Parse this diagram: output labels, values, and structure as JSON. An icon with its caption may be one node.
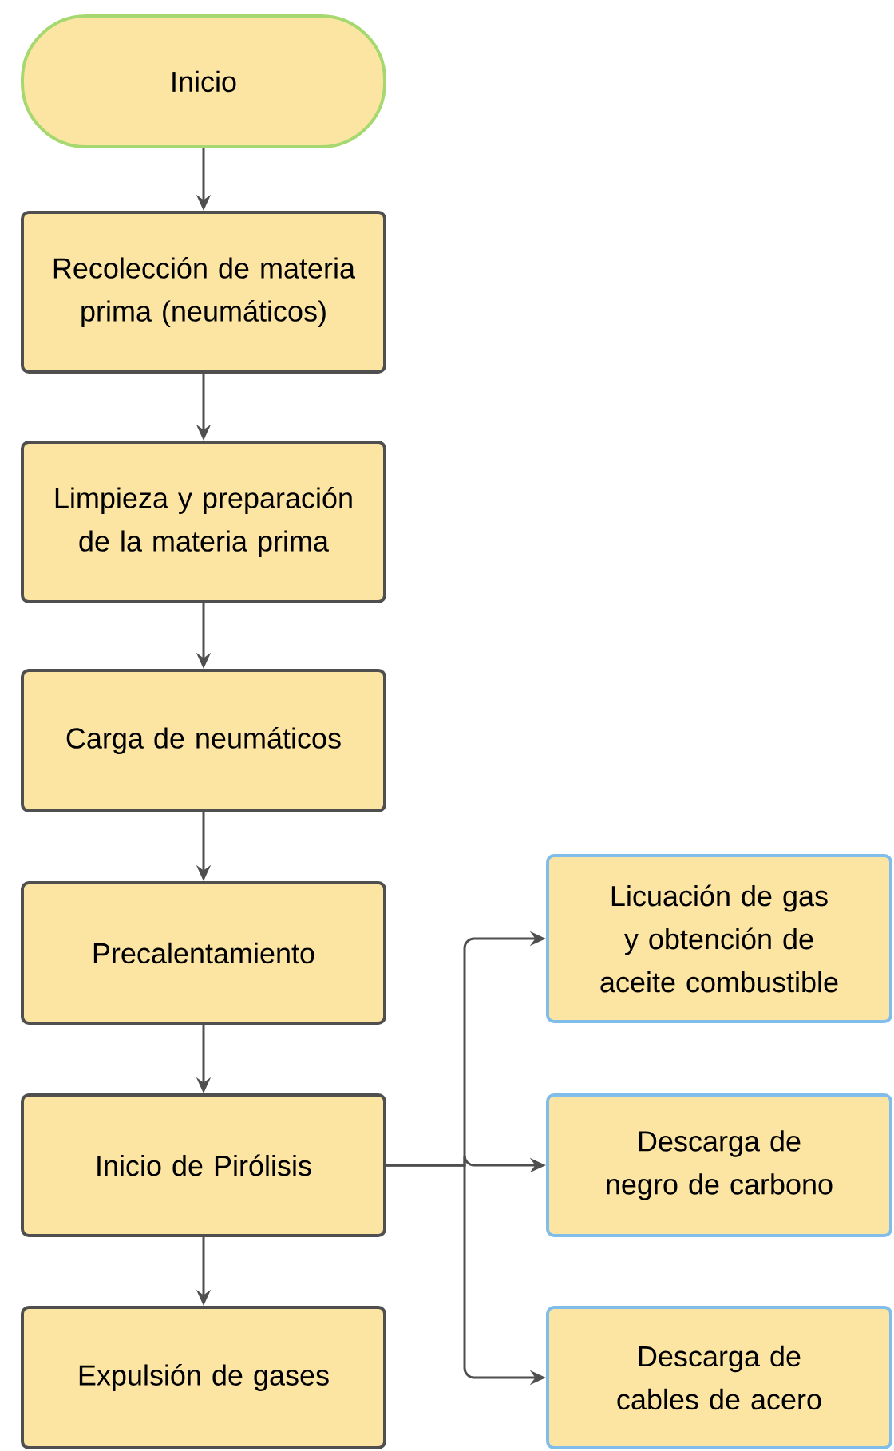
{
  "diagram": {
    "nodes": [
      {
        "text": [
          "Inicio"
        ]
      },
      {
        "text": [
          "Recolección de materia prima (neumáticos)"
        ]
      },
      {
        "text": [
          "Limpieza y preparación de la materia prima"
        ]
      },
      {
        "text": [
          "Carga de neumáticos"
        ]
      },
      {
        "text": [
          "Precalentamiento"
        ]
      },
      {
        "text": [
          "Inicio de Pirólisis"
        ]
      },
      {
        "text": [
          "Expulsión de gases"
        ]
      },
      {
        "text": [
          "Licuación de gas y obtención de aceite combustible"
        ]
      },
      {
        "text": [
          "Descarga de negro de carbono"
        ]
      },
      {
        "text": [
          "Descarga de cables de acero"
        ]
      }
    ],
    "edges": [
      {
        "from": 0,
        "to": 1,
        "arrow": "to"
      },
      {
        "from": 1,
        "to": 2,
        "arrow": "to"
      },
      {
        "from": 2,
        "to": 3,
        "arrow": "to"
      },
      {
        "from": 3,
        "to": 4,
        "arrow": "to"
      },
      {
        "from": 4,
        "to": 5,
        "arrow": "to"
      },
      {
        "from": 5,
        "to": 6,
        "arrow": "to"
      },
      {
        "from": 5,
        "to": 7,
        "arrow": "to"
      },
      {
        "from": 5,
        "to": 8,
        "arrow": "to"
      },
      {
        "from": 5,
        "to": 9,
        "arrow": "to"
      }
    ]
  }
}
